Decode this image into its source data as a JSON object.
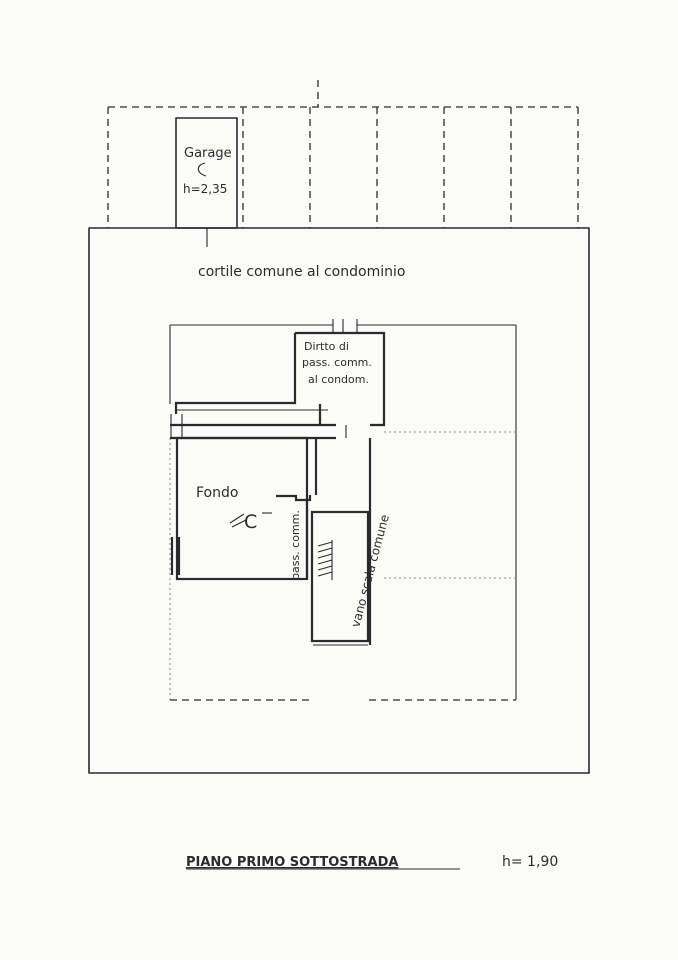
{
  "plan": {
    "garage": {
      "name": "Garage",
      "height": "h=2,35"
    },
    "courtyard": "cortile comune al condominio",
    "passage_lines": [
      "Dirtto di",
      "pass. comm.",
      "al condom."
    ],
    "room_fondo": "Fondo",
    "room_mark": "C",
    "passage_short": "pass. comm.",
    "stair": "vano scala comune"
  },
  "footer": {
    "title": "PIANO PRIMO SOTTOSTRADA",
    "height": "h= 1,90"
  }
}
